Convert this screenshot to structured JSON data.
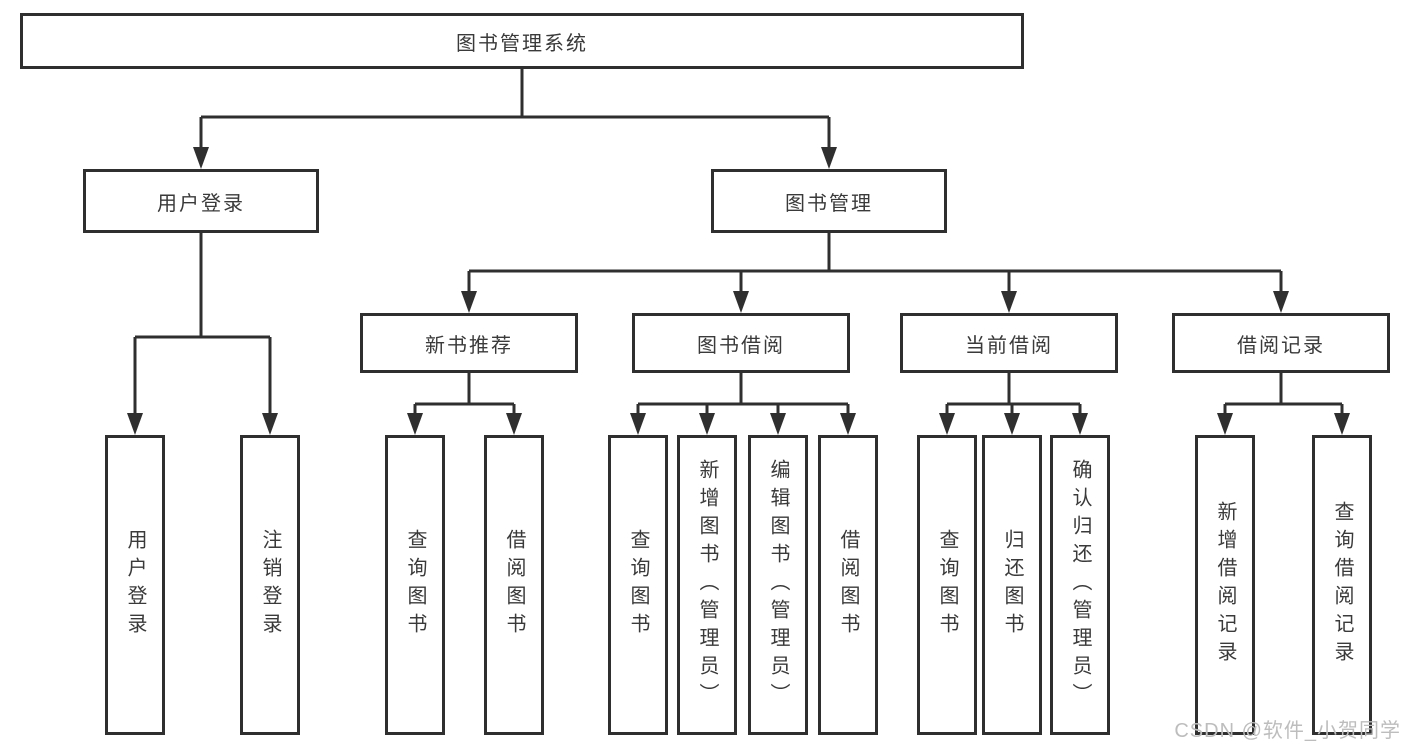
{
  "tree": {
    "root": {
      "label": "图书管理系统"
    },
    "level2": [
      {
        "label": "用户登录",
        "children": [
          {
            "label": "用户登录"
          },
          {
            "label": "注销登录"
          }
        ]
      },
      {
        "label": "图书管理",
        "children": [
          {
            "label": "新书推荐",
            "children": [
              {
                "label": "查询图书"
              },
              {
                "label": "借阅图书"
              }
            ]
          },
          {
            "label": "图书借阅",
            "children": [
              {
                "label": "查询图书"
              },
              {
                "label": "新增图书（管理员）"
              },
              {
                "label": "编辑图书（管理员）"
              },
              {
                "label": "借阅图书"
              }
            ]
          },
          {
            "label": "当前借阅",
            "children": [
              {
                "label": "查询图书"
              },
              {
                "label": "归还图书"
              },
              {
                "label": "确认归还（管理员）"
              }
            ]
          },
          {
            "label": "借阅记录",
            "children": [
              {
                "label": "新增借阅记录"
              },
              {
                "label": "查询借阅记录"
              }
            ]
          }
        ]
      }
    ]
  },
  "watermark": {
    "text": "CSDN @软件_小贺同学"
  },
  "colors": {
    "line": "#2f2f2f",
    "box_border": "#2f2f2f",
    "text": "#3a3a3a",
    "watermark": "#bdbdbd",
    "background": "#ffffff"
  }
}
